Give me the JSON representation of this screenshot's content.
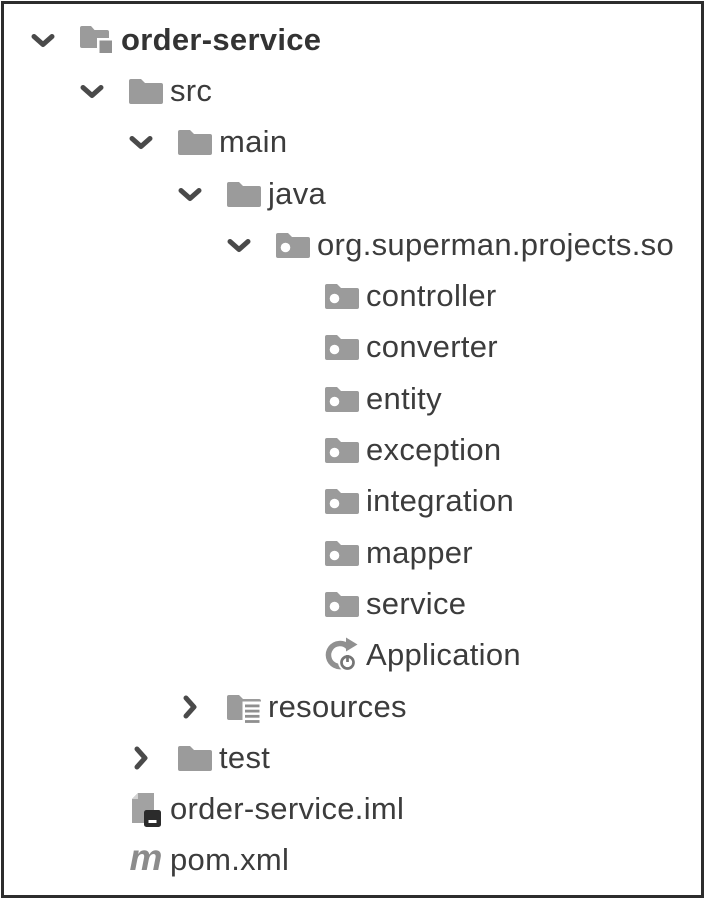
{
  "window": {
    "background": "#ffffff",
    "border_color": "#2d2d2d"
  },
  "tree": {
    "rows": [
      {
        "label": "order-service",
        "level": 0,
        "chevron": "down",
        "icon": "project-folder",
        "bold": true
      },
      {
        "label": "src",
        "level": 1,
        "chevron": "down",
        "icon": "folder",
        "bold": false
      },
      {
        "label": "main",
        "level": 2,
        "chevron": "down",
        "icon": "folder",
        "bold": false
      },
      {
        "label": "java",
        "level": 3,
        "chevron": "down",
        "icon": "folder",
        "bold": false
      },
      {
        "label": "org.superman.projects.so",
        "level": 4,
        "chevron": "down",
        "icon": "package",
        "bold": false
      },
      {
        "label": "controller",
        "level": 5,
        "chevron": "none",
        "icon": "package",
        "bold": false
      },
      {
        "label": "converter",
        "level": 5,
        "chevron": "none",
        "icon": "package",
        "bold": false
      },
      {
        "label": "entity",
        "level": 5,
        "chevron": "none",
        "icon": "package",
        "bold": false
      },
      {
        "label": "exception",
        "level": 5,
        "chevron": "none",
        "icon": "package",
        "bold": false
      },
      {
        "label": "integration",
        "level": 5,
        "chevron": "none",
        "icon": "package",
        "bold": false
      },
      {
        "label": "mapper",
        "level": 5,
        "chevron": "none",
        "icon": "package",
        "bold": false
      },
      {
        "label": "service",
        "level": 5,
        "chevron": "none",
        "icon": "package",
        "bold": false
      },
      {
        "label": "Application",
        "level": 5,
        "chevron": "none",
        "icon": "spring-boot",
        "bold": false
      },
      {
        "label": "resources",
        "level": 3,
        "chevron": "right",
        "icon": "resources-folder",
        "bold": false
      },
      {
        "label": "test",
        "level": 2,
        "chevron": "right",
        "icon": "folder",
        "bold": false
      },
      {
        "label": "order-service.iml",
        "level": 1,
        "chevron": "none",
        "icon": "module-file",
        "bold": false
      },
      {
        "label": "pom.xml",
        "level": 1,
        "chevron": "none",
        "icon": "maven-file",
        "bold": false
      }
    ],
    "colors": {
      "text": "#3c3c3c",
      "chevron": "#4a4a4a",
      "folder": "#9b9b9b",
      "badge": "#919191",
      "line": "#8f8f8f",
      "page": "#a2a2a2",
      "fold": "#d2d2d2",
      "dark_square": "#2b2b2b",
      "maven_m": "#8c8c8c",
      "spring_arrow": "#909090",
      "spring_power": "#757575"
    }
  }
}
